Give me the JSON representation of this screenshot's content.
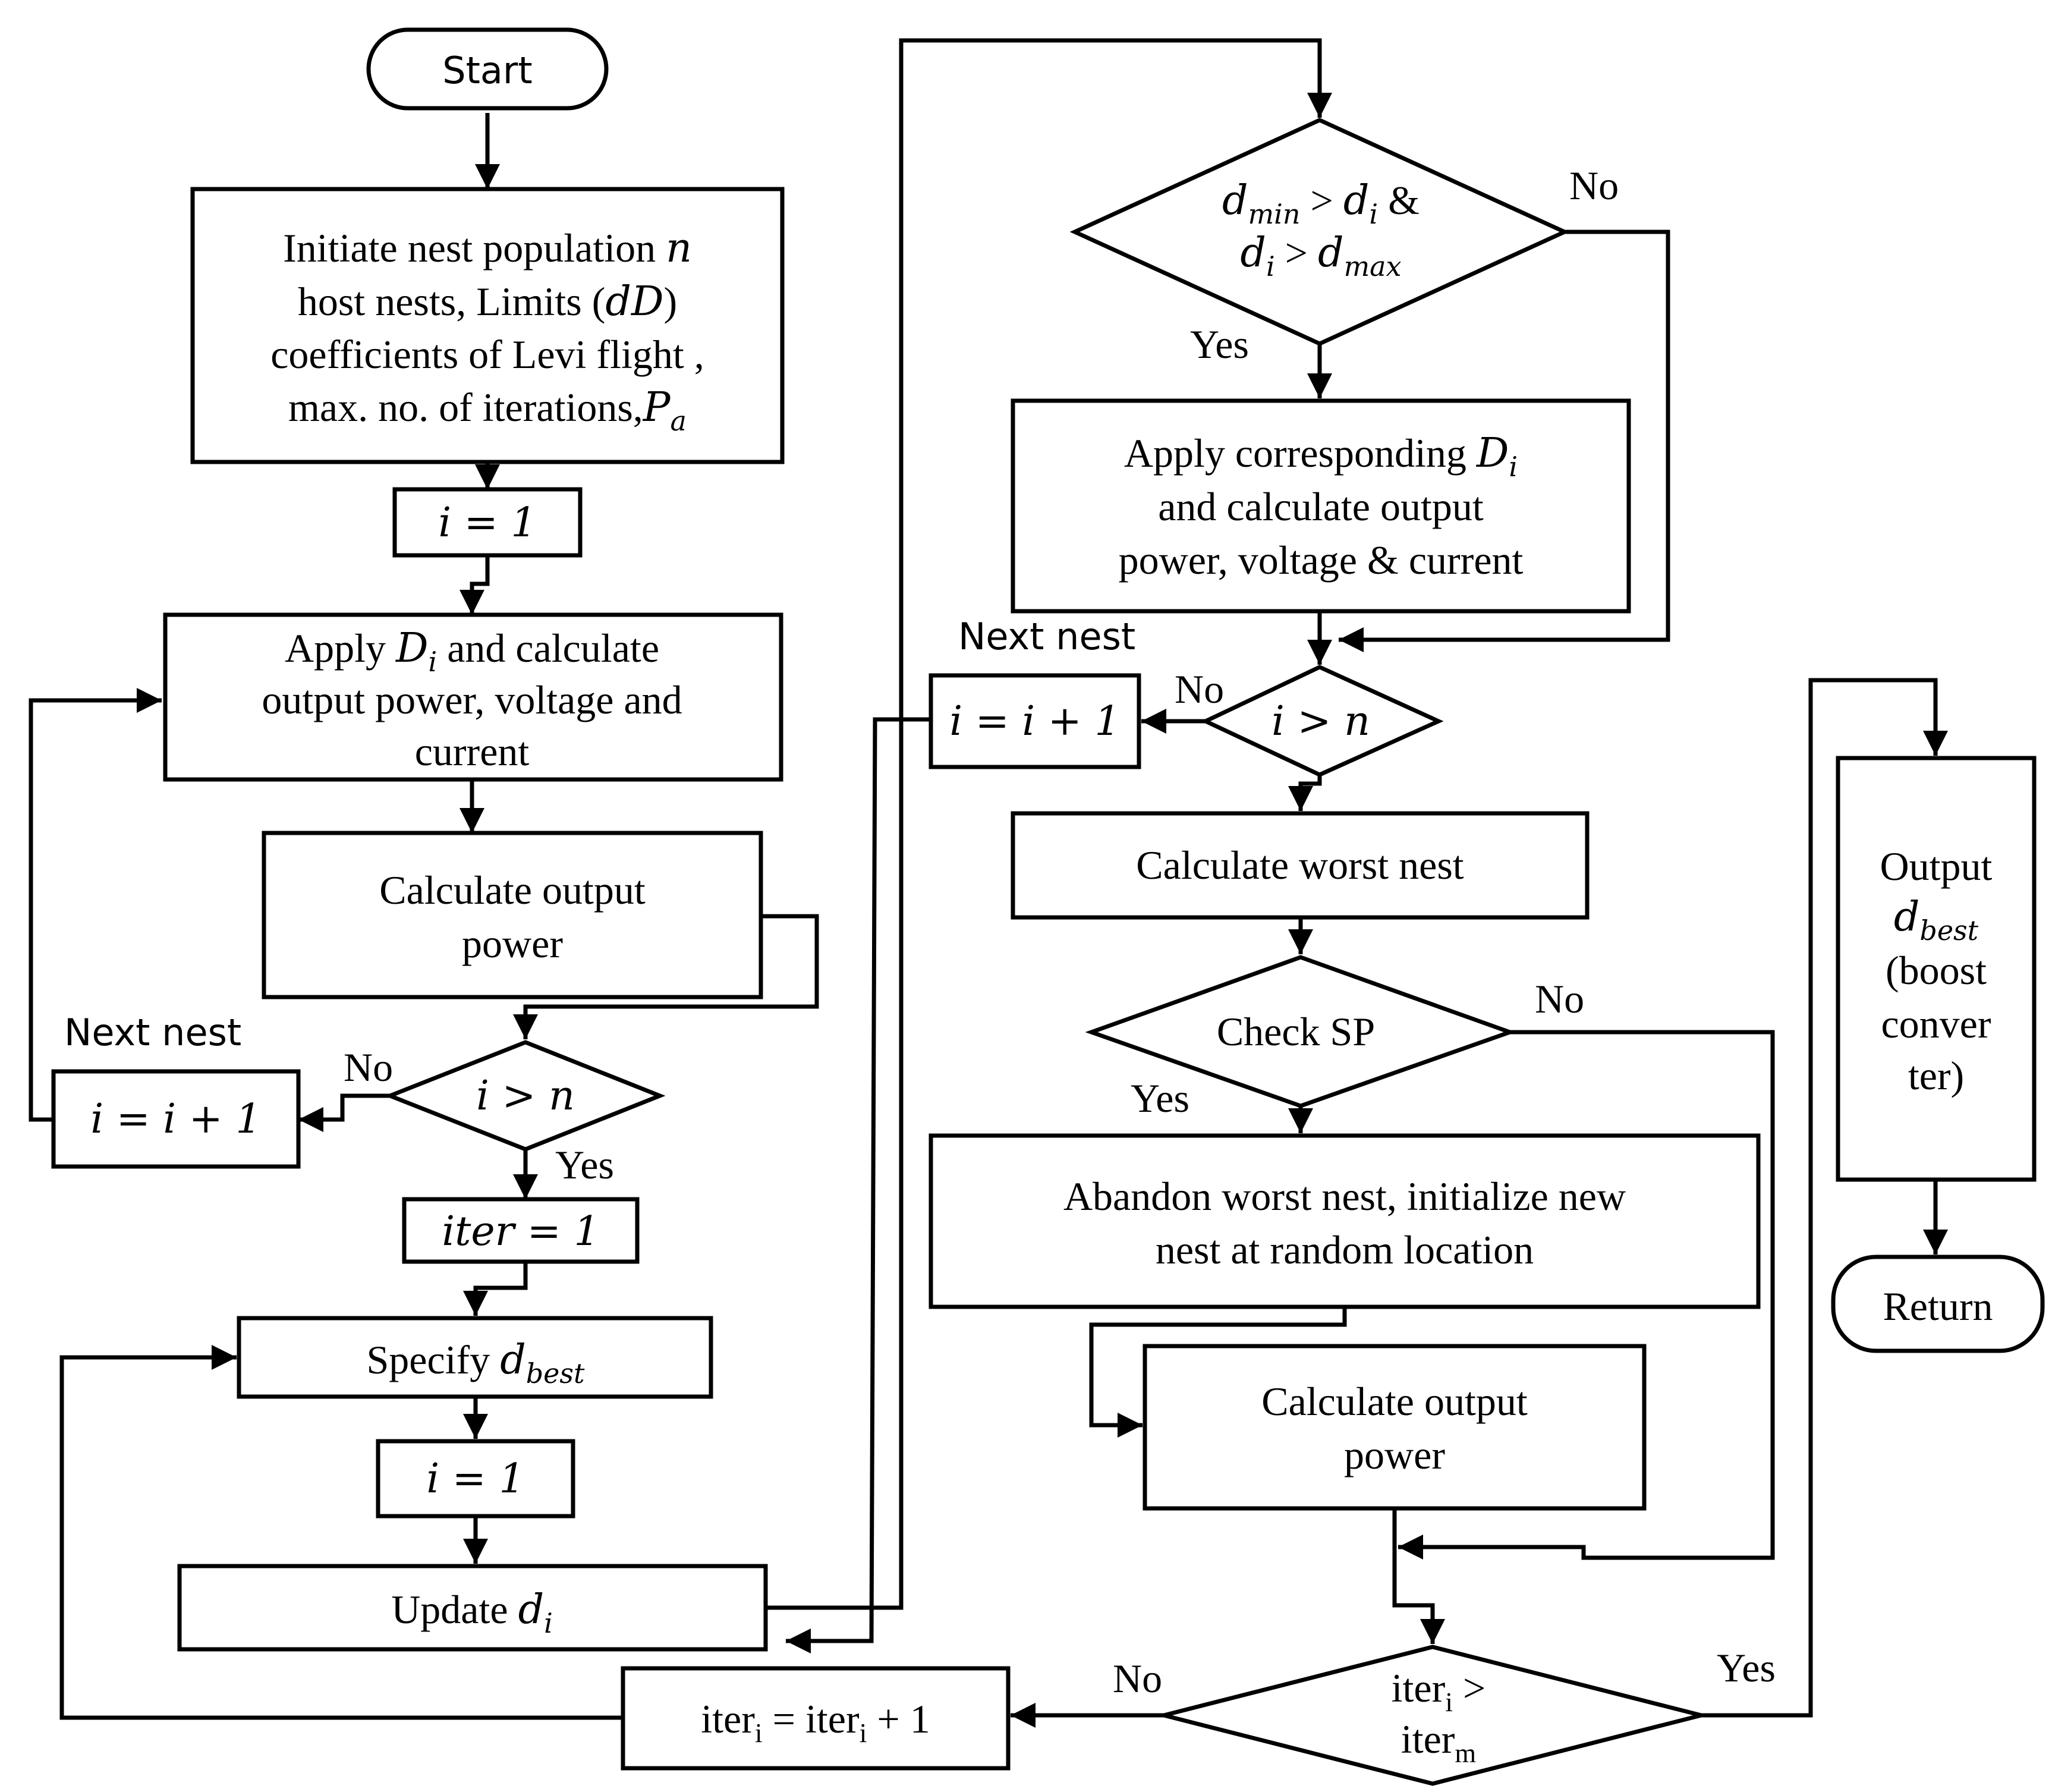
{
  "terminals": {
    "start": "Start",
    "return": "Return"
  },
  "boxes": {
    "init": {
      "line1_text": "Initiate nest population ",
      "line1_var": "n",
      "line2_text": "host nests, Limits (",
      "line2_var": "dD",
      "line2_close": ")",
      "line3": "coefficients of Levi flight ,",
      "line4_text": "max. no. of  iterations,",
      "line4_var": "P",
      "line4_sub": "a"
    },
    "i_eq_1_top": {
      "text": "i = 1"
    },
    "apply_di": {
      "line1_text": "Apply  ",
      "line1_var": "D",
      "line1_sub": "i",
      "line1_rest": " and calculate",
      "line2": "output power, voltage and",
      "line3": "current"
    },
    "calc_power_left": {
      "line1": "Calculate output",
      "line2": "power"
    },
    "i_inc_left": {
      "text": "i = i + 1"
    },
    "iter_eq_1": {
      "text": "iter = 1"
    },
    "specify_dbest": {
      "text": "Specify ",
      "var": "d",
      "sub": "best"
    },
    "i_eq_1_bottom": {
      "text": "i = 1"
    },
    "update_di": {
      "text": "Update  ",
      "var": "d",
      "sub": "i"
    },
    "iter_inc": {
      "base1": "iter",
      "sub1": "i",
      "mid": " = iter",
      "sub2": "i",
      "end": " + 1"
    },
    "apply_corresponding": {
      "line1_text": "Apply  corresponding ",
      "line1_var": "D",
      "line1_sub": "i",
      "line2": "and calculate output",
      "line3": "power, voltage & current"
    },
    "i_inc_right": {
      "text": "i = i + 1"
    },
    "calc_worst": {
      "text": "Calculate worst nest"
    },
    "abandon": {
      "line1": "Abandon worst nest, initialize  new",
      "line2": "nest at random location"
    },
    "calc_power_right": {
      "line1": "Calculate output",
      "line2": "power"
    },
    "output_dbest": {
      "line1": "Output",
      "line2_var": "d",
      "line2_sub": "best",
      "line3": "(boost",
      "line4": "conver",
      "line5": "ter)"
    }
  },
  "decisions": {
    "i_gt_n_left": {
      "text": "i > n"
    },
    "dmin_check": {
      "l1_d": "d",
      "l1_sub": "min",
      "l1_mid": " > ",
      "l1_d2": "d",
      "l1_sub2": "i",
      "l1_end": " &",
      "l2_d": "d",
      "l2_sub": "i",
      "l2_mid": "  > ",
      "l2_d2": "d",
      "l2_sub2": "max"
    },
    "i_gt_n_right": {
      "text": "i > n"
    },
    "check_sp": {
      "text": "Check SP"
    },
    "iter_check": {
      "l1_base": "iter",
      "l1_sub": "i",
      "l1_end": " >",
      "l2_base": "iter",
      "l2_sub": "m"
    }
  },
  "labels": {
    "next_nest_left": "Next nest",
    "next_nest_right": "Next nest",
    "no_i_gt_n_left": "No",
    "yes_i_gt_n_left": "Yes",
    "no_dmin": "No",
    "yes_dmin": "Yes",
    "no_i_gt_n_right": "No",
    "no_check_sp": "No",
    "yes_check_sp": "Yes",
    "no_iter": "No",
    "yes_iter": "Yes"
  }
}
